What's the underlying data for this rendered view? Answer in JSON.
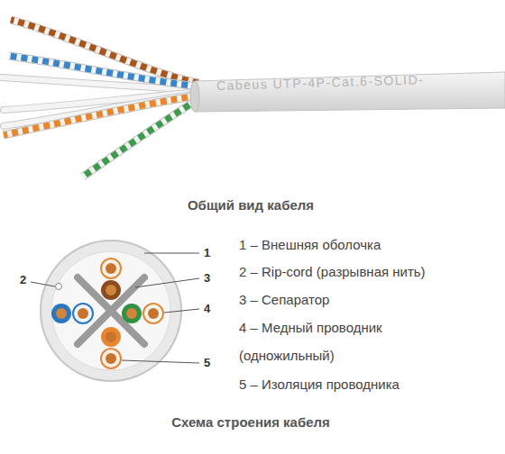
{
  "diagram": {
    "labels": [
      "Cabeus UTP-4P-Cat.6-SOLID-",
      "Общий вид кабеля",
      "1",
      "2",
      "3",
      "4",
      "5",
      "1 – Внешняя оболочка",
      "2 – Rip-cord (разрывная нить)",
      "3 – Сепаратор",
      "4 – Медный проводник (одножильный)",
      "5 – Изоляция проводника",
      "Схема строения кабеля"
    ]
  }
}
